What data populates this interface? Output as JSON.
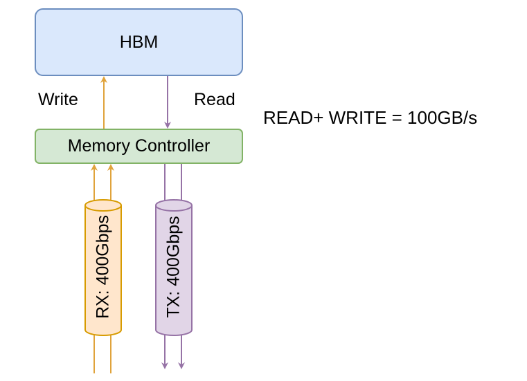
{
  "hbm": {
    "label": "HBM"
  },
  "controller": {
    "label": "Memory Controller"
  },
  "links": {
    "write": "Write",
    "read": "Read"
  },
  "rx": {
    "label": "RX: 400Gbps"
  },
  "tx": {
    "label": "TX: 400Gbps"
  },
  "formula": "READ+ WRITE = 100GB/s",
  "colors": {
    "hbm_fill": "#dae8fc",
    "hbm_stroke": "#6c8ebf",
    "controller_fill": "#d5e8d4",
    "controller_stroke": "#82b366",
    "rx_fill": "#ffe6cc",
    "rx_stroke": "#d79b00",
    "write_arrow": "#e0a33b",
    "tx_fill": "#e1d5e7",
    "tx_stroke": "#9673a6"
  }
}
